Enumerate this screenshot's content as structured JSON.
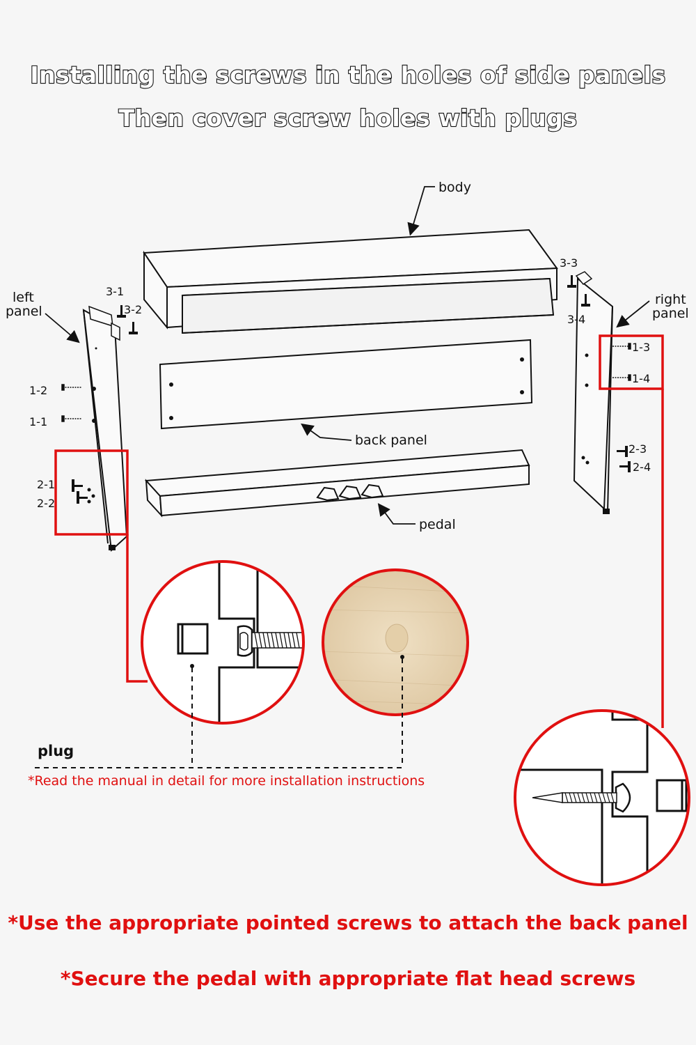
{
  "header": {
    "line1": "Installing the screws in the holes of side panels",
    "line2": "Then cover screw holes with plugs"
  },
  "labels": {
    "body": "body",
    "left_panel_1": "left",
    "left_panel_2": "panel",
    "right_panel_1": "right",
    "right_panel_2": "panel",
    "back_panel": "back panel",
    "pedal": "pedal",
    "plug": "plug"
  },
  "part_codes": {
    "c3_1": "3-1",
    "c3_2": "3-2",
    "c3_3": "3-3",
    "c3_4": "3-4",
    "c1_1": "1-1",
    "c1_2": "1-2",
    "c1_3": "1-3",
    "c1_4": "1-4",
    "c2_1": "2-1",
    "c2_2": "2-2",
    "c2_3": "2-3",
    "c2_4": "2-4"
  },
  "notes": {
    "manual": "*Read the manual in detail for more installation instructions",
    "back_panel_screws": "*Use the appropriate pointed screws to attach the back panel",
    "pedal_screws": "*Secure the pedal with appropriate flat head screws"
  },
  "colors": {
    "highlight": "#e01010",
    "line": "#111111",
    "wood": "#e9d7b8"
  }
}
